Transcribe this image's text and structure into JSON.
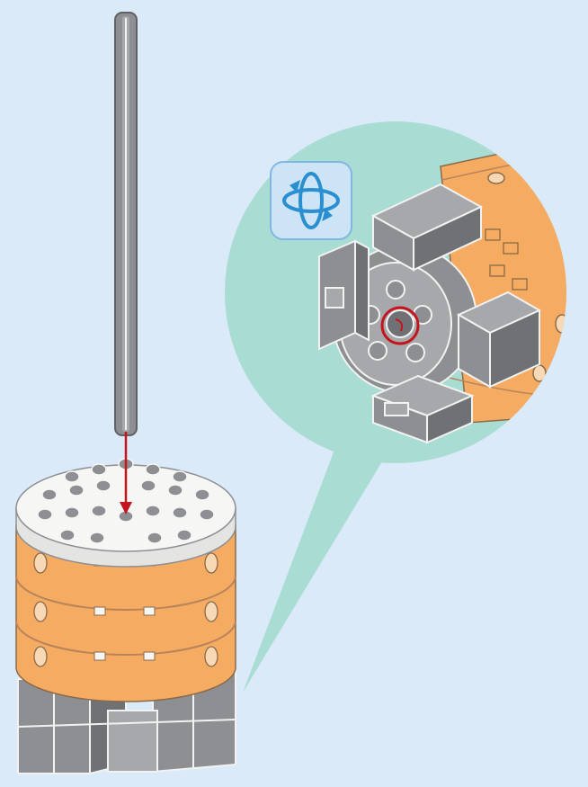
{
  "diagram": {
    "colors": {
      "background": "#dbeaf8",
      "callout": "#a9dcd3",
      "orange": "#f6ab63",
      "orange_dark": "#e18f45",
      "gray": "#8d8f93",
      "gray_light": "#a6a8ac",
      "gray_dark": "#6f7175",
      "white_plate": "#f6f6f4",
      "arrow": "#c3161c",
      "rotate_icon": "#2a8fd0"
    },
    "icons": [
      "rotate-icon",
      "insert-arrow-icon",
      "highlight-circle-icon"
    ],
    "parts": [
      "axle",
      "round-plate",
      "orange-cylinder-stack",
      "gray-base-bricks",
      "detail-callout"
    ]
  }
}
